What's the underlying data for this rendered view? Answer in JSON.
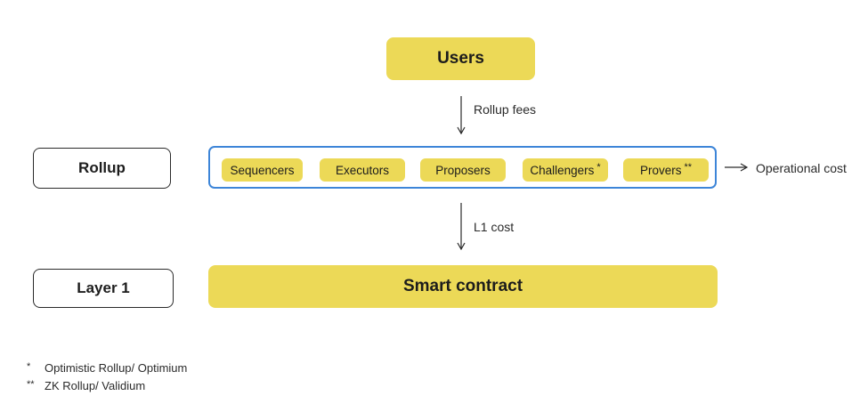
{
  "users": {
    "label": "Users"
  },
  "arrows": {
    "rollup_fees": "Rollup fees",
    "l1_cost": "L1 cost",
    "operational_cost": "Operational cost"
  },
  "rows": {
    "rollup": "Rollup",
    "layer1": "Layer 1"
  },
  "roles": [
    {
      "label": "Sequencers",
      "marker": ""
    },
    {
      "label": "Executors",
      "marker": ""
    },
    {
      "label": "Proposers",
      "marker": ""
    },
    {
      "label": "Challengers",
      "marker": "*"
    },
    {
      "label": "Provers",
      "marker": "**"
    }
  ],
  "smart_contract": {
    "label": "Smart contract"
  },
  "footnotes": [
    {
      "marker": "*",
      "text": "Optimistic Rollup/ Optimium"
    },
    {
      "marker": "**",
      "text": "ZK Rollup/ Validium"
    }
  ],
  "colors": {
    "accent_yellow": "#ecd957",
    "container_blue": "#3d85d8",
    "outline": "#2a2a2a"
  }
}
